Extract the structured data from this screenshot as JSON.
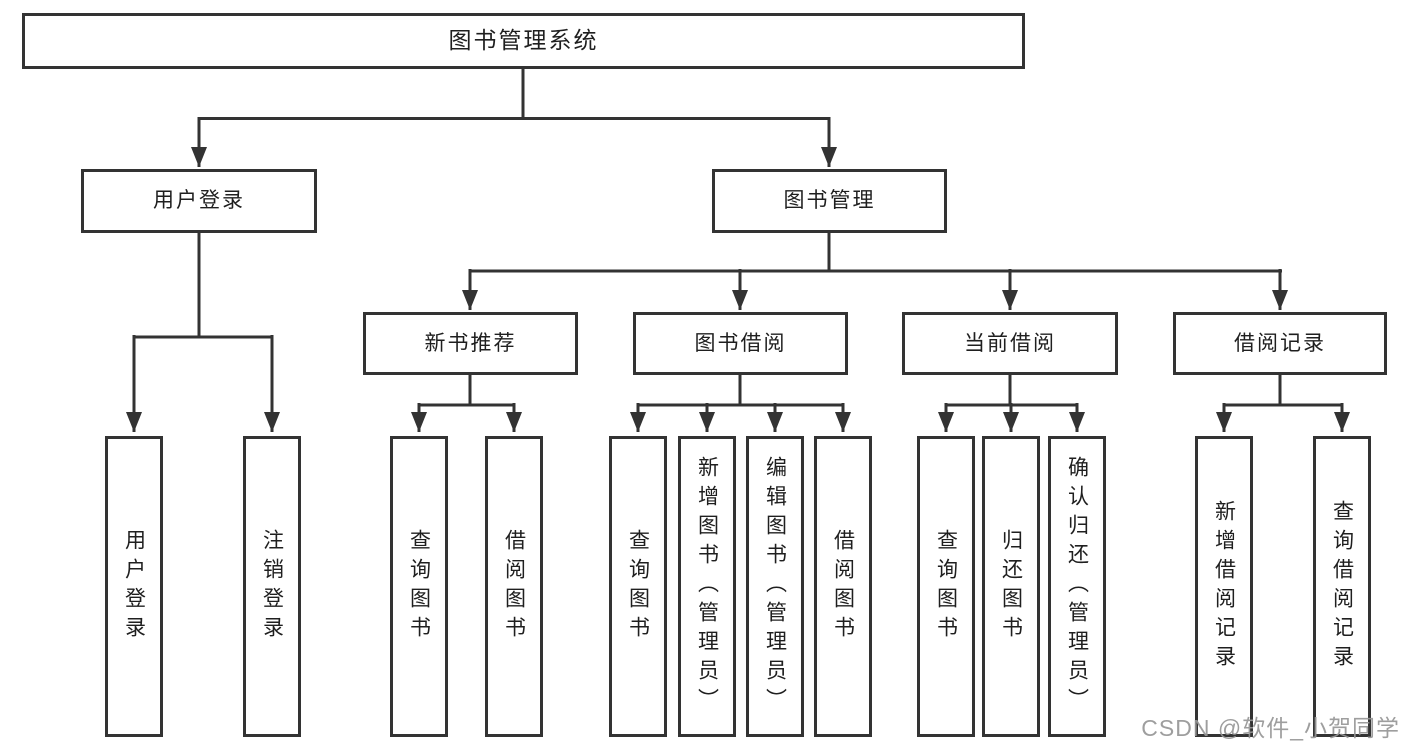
{
  "diagram": {
    "type": "tree",
    "root": {
      "label": "图书管理系统",
      "children": [
        {
          "label": "用户登录",
          "children": [
            {
              "label": "用户登录"
            },
            {
              "label": "注销登录"
            }
          ]
        },
        {
          "label": "图书管理",
          "children": [
            {
              "label": "新书推荐",
              "children": [
                {
                  "label": "查询图书"
                },
                {
                  "label": "借阅图书"
                }
              ]
            },
            {
              "label": "图书借阅",
              "children": [
                {
                  "label": "查询图书"
                },
                {
                  "label": "新增图书（管理员）"
                },
                {
                  "label": "编辑图书（管理员）"
                },
                {
                  "label": "借阅图书"
                }
              ]
            },
            {
              "label": "当前借阅",
              "children": [
                {
                  "label": "查询图书"
                },
                {
                  "label": "归还图书"
                },
                {
                  "label": "确认归还（管理员）"
                }
              ]
            },
            {
              "label": "借阅记录",
              "children": [
                {
                  "label": "新增借阅记录"
                },
                {
                  "label": "查询借阅记录"
                }
              ]
            }
          ]
        }
      ]
    }
  },
  "watermark": {
    "text": "CSDN @软件_小贺同学"
  },
  "colors": {
    "line": "#333333",
    "box_border": "#333333",
    "text": "#1f1f1f",
    "background": "#ffffff",
    "watermark": "#969696"
  }
}
